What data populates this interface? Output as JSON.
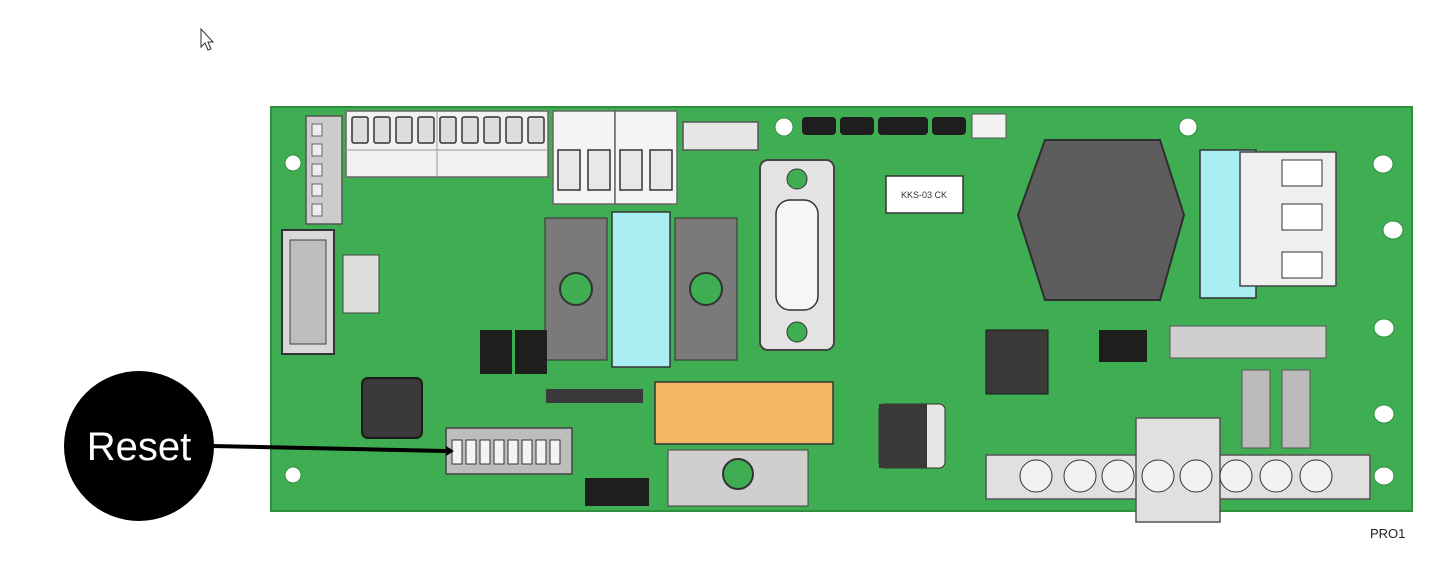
{
  "callout": {
    "label": "Reset"
  },
  "figure_code": "PRO1",
  "chip_marking": "KKS-03 CK",
  "colors": {
    "board": "#3fae52",
    "board_edge": "#2f8f3f",
    "component_dark": "#2b2b2b",
    "connector_light": "#e9e9e9",
    "capacitor_blue": "#a8eef2",
    "relay_orange": "#f5b762",
    "callout": "#000000",
    "battery": "#5d5d5d"
  },
  "icons": [
    "cursor-arrow-icon"
  ]
}
